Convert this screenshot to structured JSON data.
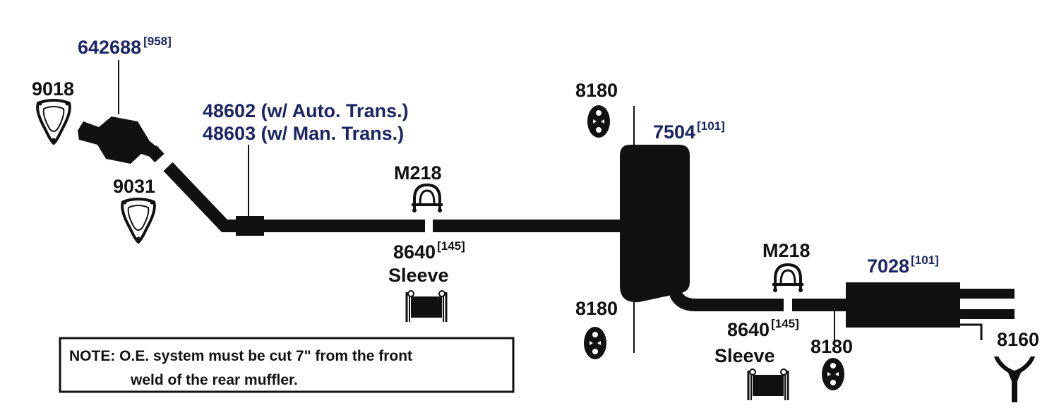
{
  "colors": {
    "part_number_blue": "#1b2566",
    "part_black": "#111111"
  },
  "parts": {
    "catalytic_converter": {
      "number": "642688",
      "ref": "[958]"
    },
    "front_gasket": {
      "number": "9018"
    },
    "rear_gasket": {
      "number": "9031"
    },
    "intermediate_pipe": {
      "line1": "48602 (w/ Auto. Trans.)",
      "line2": "48603 (w/ Man. Trans.)"
    },
    "clamp_front": {
      "number": "M218"
    },
    "sleeve_front": {
      "number": "8640",
      "ref": "[145]",
      "label": "Sleeve"
    },
    "hanger_upper": {
      "number": "8180"
    },
    "muffler": {
      "number": "7504",
      "ref": "[101]"
    },
    "hanger_lower": {
      "number": "8180"
    },
    "clamp_rear": {
      "number": "M218"
    },
    "resonator": {
      "number": "7028",
      "ref": "[101]"
    },
    "sleeve_rear": {
      "number": "8640",
      "ref": "[145]",
      "label": "Sleeve"
    },
    "hanger_rear": {
      "number": "8180"
    },
    "hanger_tail": {
      "number": "8160"
    }
  },
  "note": {
    "line1": "NOTE: O.E. system must be cut 7\" from the front",
    "line2": "weld of the rear muffler."
  }
}
